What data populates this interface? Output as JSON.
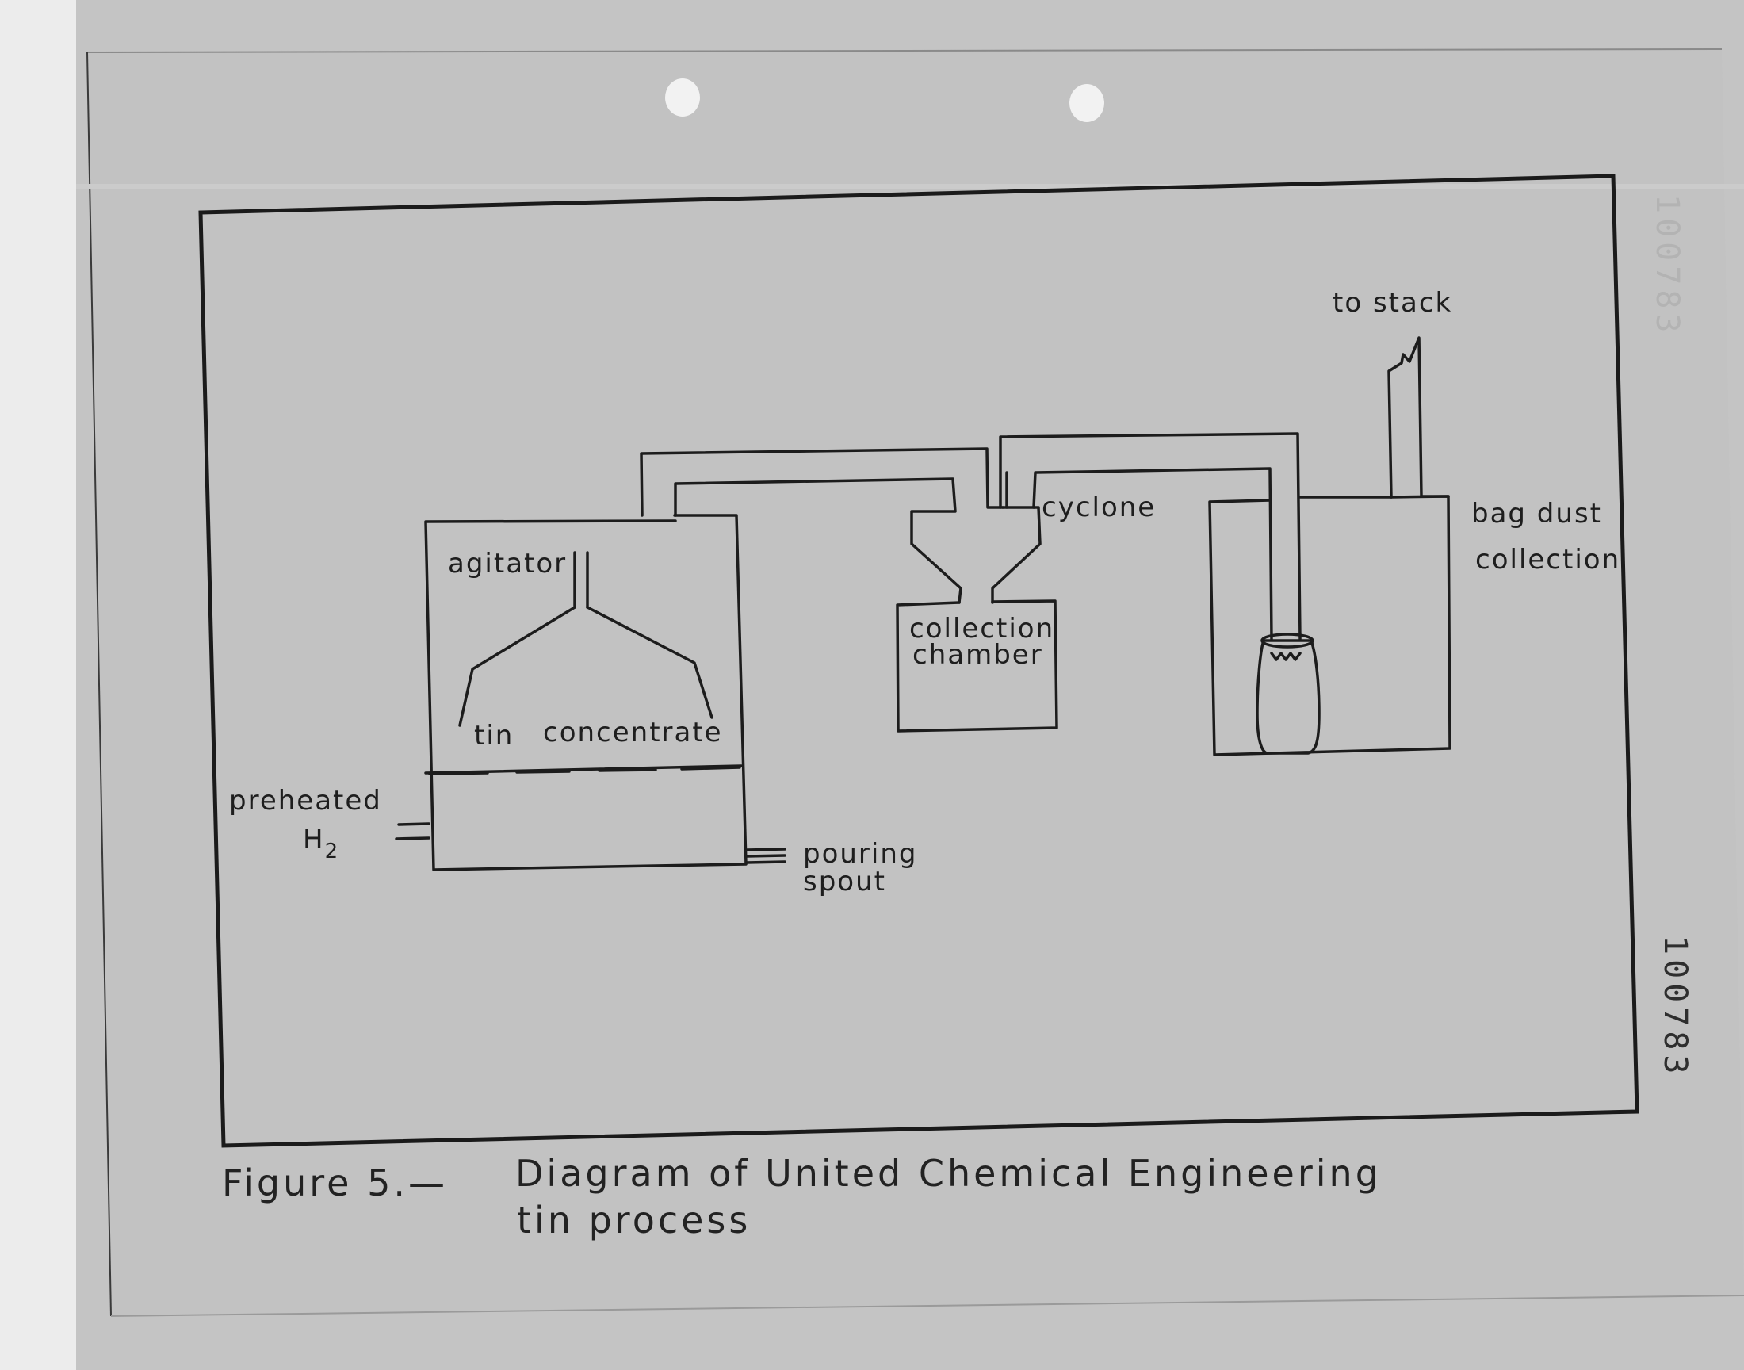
{
  "diagram": {
    "labels": {
      "agitator": "agitator",
      "tin": "tin",
      "concentrate": "concentrate",
      "preheated": "preheated",
      "h2_base": "H",
      "h2_sub": "2",
      "pouring": "pouring",
      "spout": "spout",
      "cyclone": "cyclone",
      "collection": "collection",
      "chamber": "chamber",
      "to_stack": "to  stack",
      "bag_dust": "bag  dust",
      "bag_collection": "collection"
    }
  },
  "caption": {
    "figure": "Figure 5.—",
    "line1": "Diagram  of  United  Chemical  Engineering",
    "line2": "tin  process"
  },
  "page_number": "100783",
  "colors": {
    "background": "#ececec",
    "paper": "#c4c4c4",
    "ink": "#1c1c1c"
  }
}
